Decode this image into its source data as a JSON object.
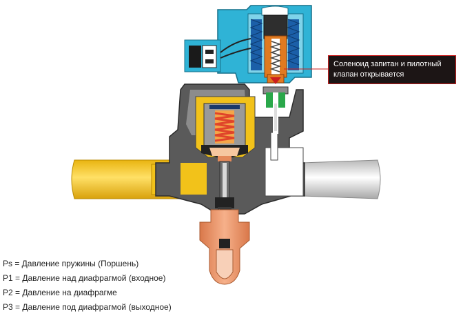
{
  "callout": {
    "text": "Соленоид запитан и пилотный клапан открывается"
  },
  "legend": {
    "items": [
      "Ps = Давление пружины (Поршень)",
      "P1 = Давление над диафрагмой (входное)",
      "P2 = Давление на диафрагме",
      "P3 = Давление под диафрагмой (выходное)"
    ]
  },
  "colors": {
    "inlet_yellow": "#f2c21a",
    "body_gray": "#555555",
    "coil_blue": "#2fb3d6",
    "pilot_orange": "#e07a20",
    "pilot_green": "#2aa84a",
    "callout_border": "#cc1f1f",
    "spring_red": "#e0442a"
  }
}
